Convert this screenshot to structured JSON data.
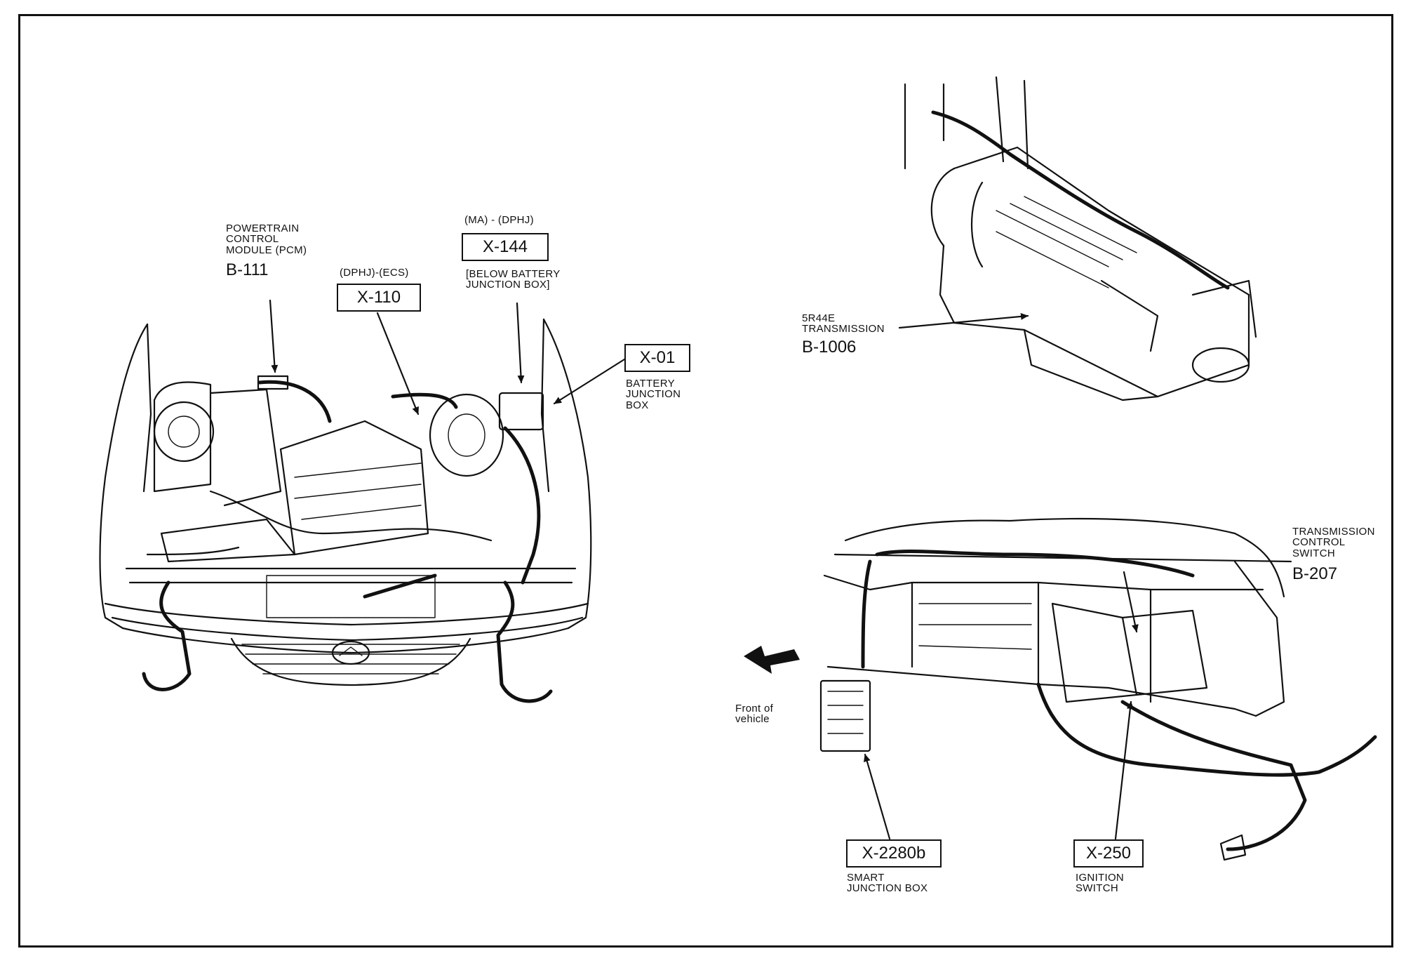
{
  "engine_bay": {
    "pcm": {
      "desc": "POWERTRAIN\nCONTROL\nMODULE (PCM)",
      "id": "B-111"
    },
    "x110": {
      "note": "(DPHJ)-(ECS)",
      "id": "X-110"
    },
    "x144": {
      "note": "(MA) - (DPHJ)",
      "id": "X-144",
      "desc": "[BELOW BATTERY\nJUNCTION BOX]"
    },
    "x01": {
      "id": "X-01",
      "desc": "BATTERY\nJUNCTION\nBOX"
    }
  },
  "transmission": {
    "desc": "5R44E\nTRANSMISSION",
    "id": "B-1006"
  },
  "dash": {
    "tcs": {
      "desc": "TRANSMISSION\nCONTROL\nSWITCH",
      "id": "B-207"
    },
    "front_label": "Front  of\nvehicle",
    "x2280b": {
      "id": "X-2280b",
      "desc": "SMART\nJUNCTION BOX"
    },
    "x250": {
      "id": "X-250",
      "desc": "IGNITION\nSWITCH"
    }
  }
}
